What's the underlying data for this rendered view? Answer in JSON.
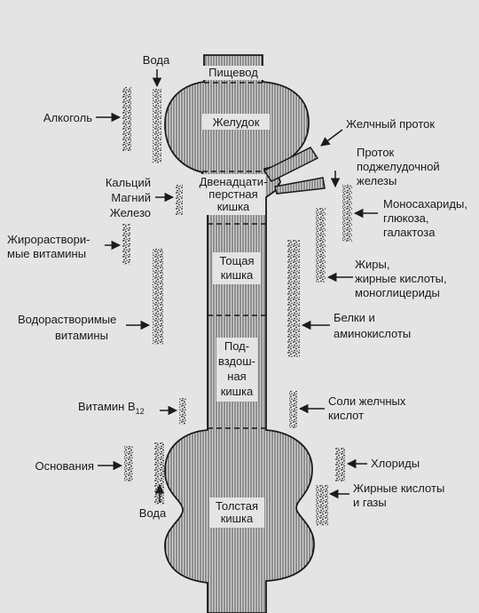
{
  "organs": {
    "esophagus": "Пищевод",
    "stomach": "Желудок",
    "duodenum": [
      "Двенадцати-",
      "перстная",
      "кишка"
    ],
    "jejunum": [
      "Тощая",
      "кишка"
    ],
    "ileum": [
      "Под-",
      "вздош-",
      "ная",
      "кишка"
    ],
    "colon": [
      "Толстая",
      "кишка"
    ]
  },
  "ducts": {
    "bile_duct": "Желчный проток",
    "pancreatic_duct": [
      "Проток",
      "поджелудочной",
      "железы"
    ]
  },
  "left_labels": {
    "water_top": "Вода",
    "alcohol": "Алкоголь",
    "minerals": [
      "Кальций",
      "Магний",
      "Железо"
    ],
    "fat_soluble_vitamins": [
      "Жирораствори-",
      "мые витамины"
    ],
    "water_soluble_vitamins": [
      "Водорастворимые",
      "витамины"
    ],
    "vitamin_b12": "Витамин B",
    "vitamin_b12_sub": "12",
    "bases": "Основания",
    "water_bottom": "Вода"
  },
  "right_labels": {
    "monosaccharides": [
      "Моносахариды,",
      "глюкоза,",
      "галактоза"
    ],
    "fats": [
      "Жиры,",
      "жирные кислоты,",
      "моноглицериды"
    ],
    "proteins": [
      "Белки и",
      "аминокислоты"
    ],
    "bile_salts": [
      "Соли желчных",
      "кислот"
    ],
    "chlorides": "Хлориды",
    "fatty_acids_gases": [
      "Жирные кислоты",
      "и газы"
    ]
  },
  "colors": {
    "background": "#e4e4e4",
    "ink": "#1b1b1b",
    "organ_fill": "#d2d2d2",
    "stipple": "#2a2a2a"
  }
}
